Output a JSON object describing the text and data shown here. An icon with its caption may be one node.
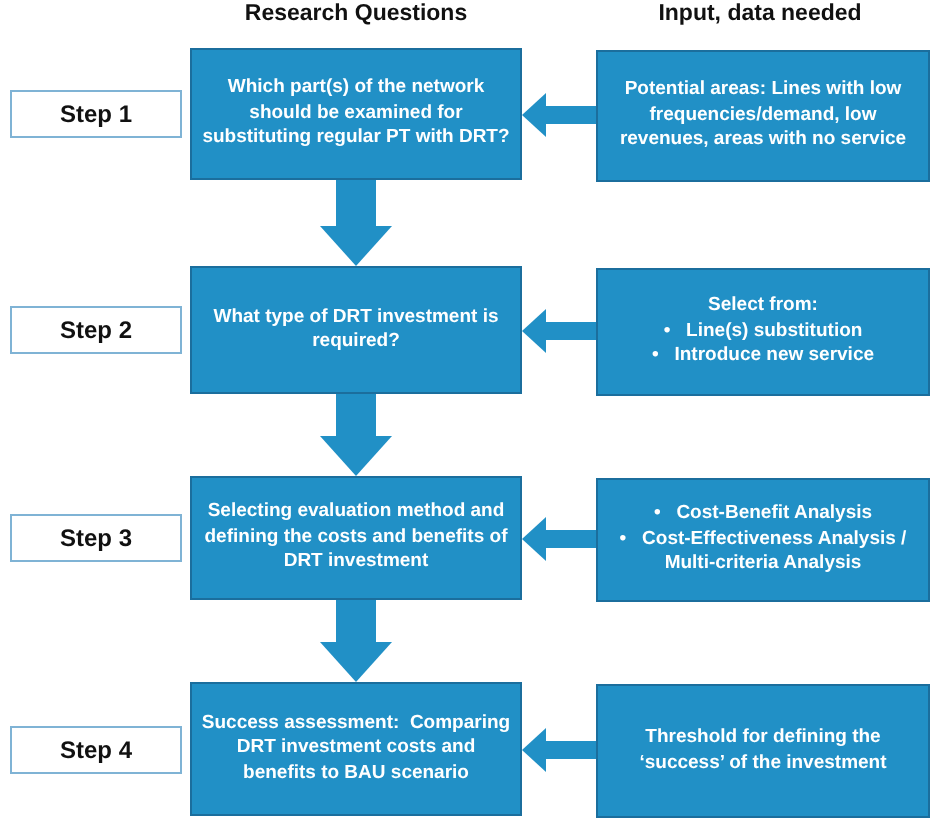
{
  "diagram": {
    "nodes": [
      {
        "text": [
          "Step 1"
        ]
      },
      {
        "text": [
          "Which part(s) of the network should be examined for substituting regular PT with DRT?"
        ]
      },
      {
        "text": [
          "Potential areas: Lines with low frequencies/demand, low revenues, areas with no service"
        ]
      },
      {
        "text": [
          "Step 2"
        ]
      },
      {
        "text": [
          "What type of DRT investment is required?"
        ]
      },
      {
        "text": [
          "Select from:",
          "•   Line(s) substitution",
          "•   Introduce new service"
        ]
      },
      {
        "text": [
          "Step 3"
        ]
      },
      {
        "text": [
          "Selecting evaluation method and defining the costs and benefits of DRT investment"
        ]
      },
      {
        "text": [
          "•   Cost-Benefit Analysis",
          "•   Cost-Effectiveness Analysis / Multi-criteria Analysis"
        ]
      },
      {
        "text": [
          "Step 4"
        ]
      },
      {
        "text": [
          "Success assessment:  Comparing DRT investment costs and benefits to BAU scenario"
        ]
      },
      {
        "text": [
          "Threshold for defining the ‘success’ of the investment"
        ]
      }
    ],
    "edges": [
      {
        "from": 2,
        "to": 1,
        "arrow": "to"
      },
      {
        "from": 1,
        "to": 4,
        "arrow": "to",
        "style": "thick"
      },
      {
        "from": 5,
        "to": 4,
        "arrow": "to"
      },
      {
        "from": 4,
        "to": 7,
        "arrow": "to",
        "style": "thick"
      },
      {
        "from": 8,
        "to": 7,
        "arrow": "to"
      },
      {
        "from": 7,
        "to": 10,
        "arrow": "to",
        "style": "thick"
      },
      {
        "from": 11,
        "to": 10,
        "arrow": "to"
      }
    ],
    "labels": [
      "Research Questions",
      "Input, data needed"
    ]
  }
}
